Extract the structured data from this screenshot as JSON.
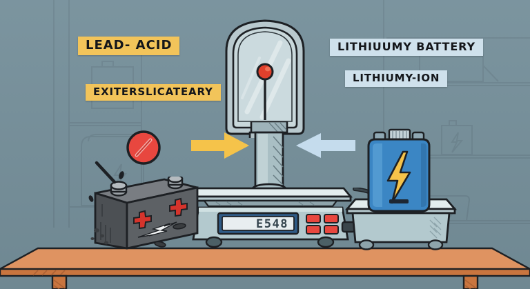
{
  "scene": {
    "title": "Battery comparison weighing illustration",
    "background_color": "#76909b",
    "table_color": "#d98b5c"
  },
  "labels": [
    {
      "id": "lead-acid",
      "text": "LEAD- ACID",
      "style": "yellow",
      "color": "#f2c45a"
    },
    {
      "id": "exiterslicateary",
      "text": "EXITERSLICATEARY",
      "style": "yellow",
      "color": "#f2c45a"
    },
    {
      "id": "lithiuumy-battery",
      "text": "LITHIUUMY BATTERY",
      "style": "blue",
      "color": "#cfe1ec"
    },
    {
      "id": "lithiumy-ion",
      "text": "LITHIUMY-ION",
      "style": "blue",
      "color": "#cfe1ec"
    }
  ],
  "scale": {
    "display_value": "E548",
    "display_color": "#e8eef0",
    "bezel_color": "#2f5b86",
    "body_color": "#a8c3cb",
    "button_color": "#e8473f",
    "button_count": 4
  },
  "gauge": {
    "glass_color": "#c3d4d8",
    "frame_color": "#9fb2b8",
    "indicator_color": "#e0402c",
    "needle_color": "#1d2024"
  },
  "lead_acid_battery": {
    "body_color": "#5a5d61",
    "terminal_symbol": "+",
    "terminal_color": "#d6342c",
    "bolt_color": "#f2f4f5",
    "terminal_count": 2
  },
  "lithium_battery": {
    "body_color": "#3b86c4",
    "bolt_color": "#f5c34a",
    "minus_symbol": "-",
    "minus_color": "#1d2733"
  },
  "arrows": [
    {
      "id": "arrow-right",
      "direction": "right",
      "color": "#f5c34a"
    },
    {
      "id": "arrow-left",
      "direction": "left",
      "color": "#c5dced"
    }
  ],
  "signs": [
    {
      "id": "prohibition",
      "symbol": "no-entry",
      "fill": "#e8473f",
      "stroke": "#1d2024"
    }
  ],
  "platform": {
    "top_color": "#dce8ea",
    "body_color": "#a8c3cb",
    "cable_color": "#1d2024"
  }
}
